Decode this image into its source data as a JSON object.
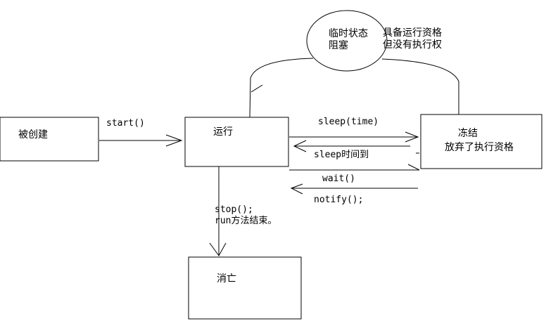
{
  "nodes": {
    "created": "被创建",
    "running": "运行",
    "frozen": "冻结",
    "frozen_note": "放弃了执行资格",
    "dead": "消亡",
    "blocked_line1": "临时状态",
    "blocked_line2": "阻塞",
    "blocked_side1": "具备运行资格",
    "blocked_side2": "但没有执行权"
  },
  "edges": {
    "start": "start()",
    "sleep": "sleep(time)",
    "sleep_end": "sleep时间到",
    "wait": "wait()",
    "notify": "notify();",
    "stop": "stop();",
    "run_end": "run方法结束。"
  }
}
